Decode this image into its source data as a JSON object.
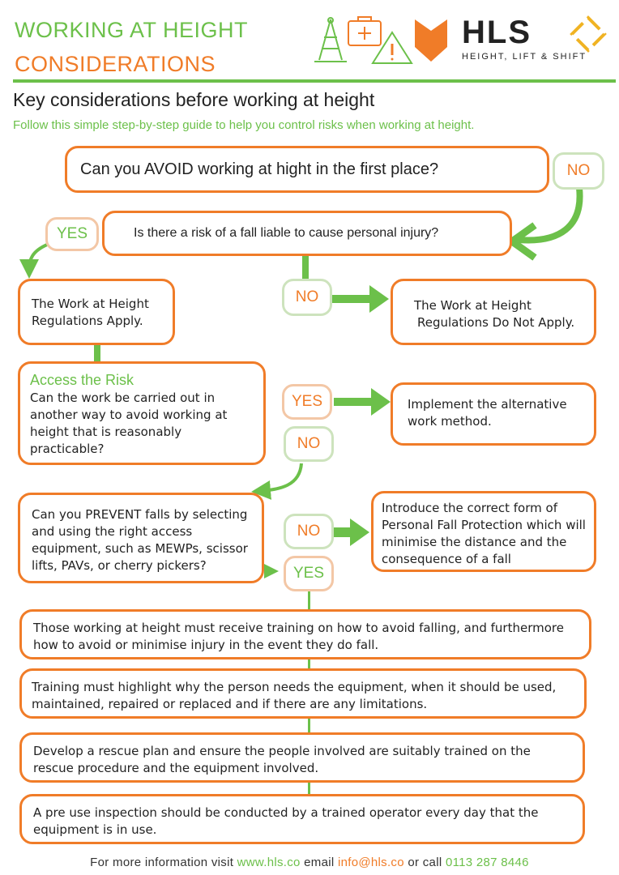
{
  "header": {
    "title_line1": "WORKING AT HEIGHT",
    "title_line2": "CONSIDERATIONS",
    "logo_name": "HLS",
    "logo_tagline": "HEIGHT, LIFT & SHIFT",
    "icons": [
      "traffic-cone-icon",
      "first-aid-kit-icon",
      "warning-triangle-icon",
      "chevron-logo-icon",
      "diamond-logo-icon"
    ]
  },
  "intro": {
    "heading": "Key considerations before working at height",
    "subheading": "Follow this simple step-by-step guide to help you control risks when working at height."
  },
  "flow": {
    "q_avoid": "Can you AVOID working at hight in the first place?",
    "q_avoid_no": "NO",
    "q_risk": "Is there a risk of a fall liable to cause personal injury?",
    "q_risk_yes": "YES",
    "q_risk_no": "NO",
    "regs_apply": "The Work at Height Regulations Apply.",
    "regs_not_apply_1": "The Work at Height",
    "regs_not_apply_2": "Regulations Do Not Apply.",
    "assess_title": "Access the Risk",
    "assess_q": "Can the work be carried out in another way to avoid working at height that is reasonably practicable?",
    "assess_yes": "YES",
    "assess_no": "NO",
    "alt_method": "Implement the alternative work method.",
    "prevent_q": "Can you PREVENT falls by selecting and using the right access equipment, such as MEWPs, scissor lifts, PAVs, or cherry pickers?",
    "prevent_no": "NO",
    "prevent_yes": "YES",
    "pfp": "Introduce the correct form of Personal Fall Protection which will minimise the distance and the consequence of a fall",
    "step_training": "Those working at height must receive training on how to avoid falling, and furthermore how to avoid or minimise injury in the event they do fall.",
    "step_equipment": "Training must highlight why the person needs the equipment, when it should be used, maintained, repaired or replaced and if there are any limitations.",
    "step_rescue": " Develop a rescue plan and ensure the people involved are suitably trained on the rescue procedure and the equipment involved.",
    "step_inspection": "A pre use inspection should be conducted by a trained operator every day that the equipment is in use."
  },
  "footer": {
    "prefix": "For more information visit ",
    "website": "www.hls.co",
    "email_label": " email ",
    "email": "info@hls.co",
    "call_label": " or call ",
    "phone": "0113 287 8446"
  },
  "colors": {
    "green": "#6cc04a",
    "orange": "#f07c28",
    "pale_orange": "#f3c7a6",
    "pale_green": "#cde3bd"
  }
}
